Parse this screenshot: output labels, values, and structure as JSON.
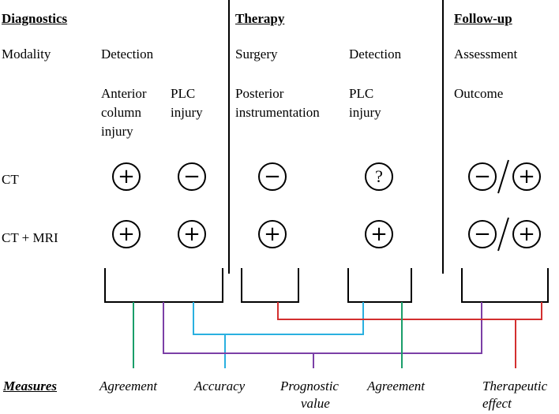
{
  "sections": {
    "diagnostics": "Diagnostics",
    "therapy": "Therapy",
    "followup": "Follow-up"
  },
  "row_headers": {
    "modality": "Modality",
    "ct": "CT",
    "ct_mri": "CT + MRI"
  },
  "columns": {
    "detection1": "Detection",
    "surgery": "Surgery",
    "detection2": "Detection",
    "assessment": "Assessment",
    "anterior": [
      "Anterior",
      "column",
      "injury"
    ],
    "plc1": [
      "PLC",
      "injury"
    ],
    "posterior": [
      "Posterior",
      "instrumentation"
    ],
    "plc2": [
      "PLC",
      "injury"
    ],
    "outcome": "Outcome"
  },
  "symbols": {
    "ct": {
      "anterior": "+",
      "plc1": "−",
      "posterior": "−",
      "plc2": "?",
      "outcome": [
        "−",
        "+"
      ]
    },
    "ct_mri": {
      "anterior": "+",
      "plc1": "+",
      "posterior": "+",
      "plc2": "+",
      "outcome": [
        "−",
        "+"
      ]
    }
  },
  "measures": {
    "title": "Measures",
    "agreement1": "Agreement",
    "accuracy": "Accuracy",
    "prognostic": [
      "Prognostic",
      "value"
    ],
    "agreement2": "Agreement",
    "therapeutic": [
      "Therapeutic",
      "effect"
    ]
  },
  "colors": {
    "agreement": "#1a9e6a",
    "accuracy": "#29b0e0",
    "prognostic": "#7b3fa6",
    "therapeutic": "#d32f2f",
    "structure": "#000000"
  }
}
